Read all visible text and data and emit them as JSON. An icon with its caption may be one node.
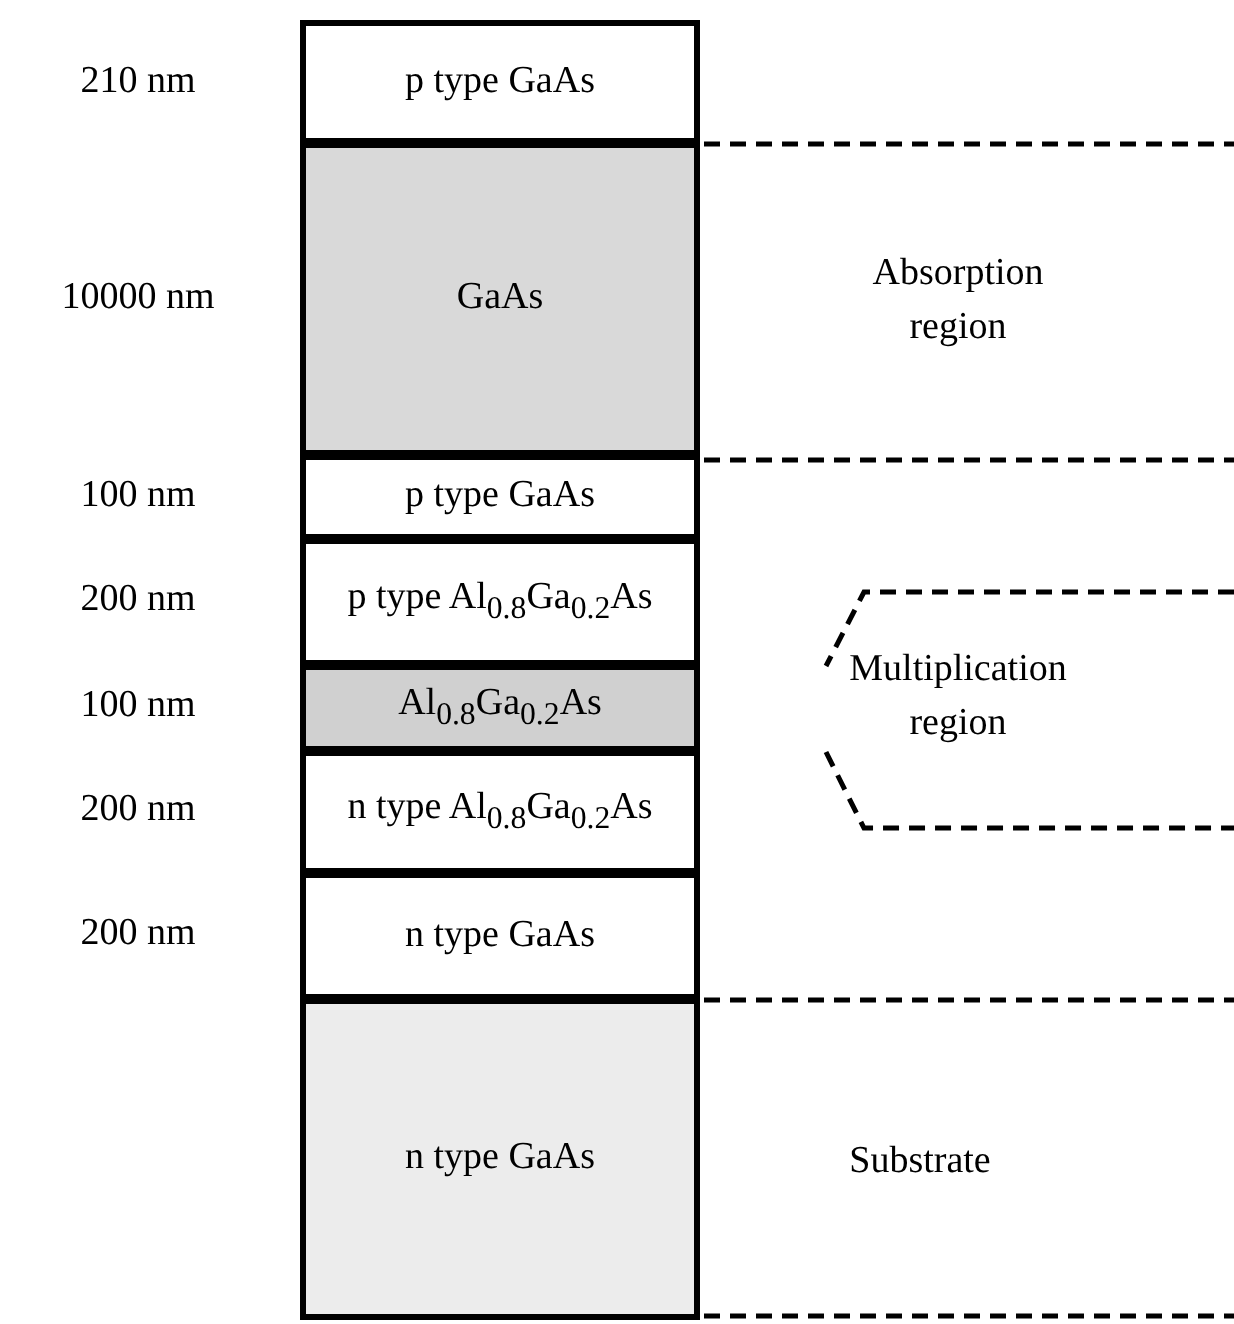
{
  "diagram": {
    "nodes": [
      {
        "text": [
          "p type GaAs"
        ],
        "beside": [
          "210 nm"
        ]
      },
      {
        "text": [
          "GaAs"
        ],
        "beside": [
          "10000 nm"
        ]
      },
      {
        "text": [
          "p type GaAs"
        ],
        "beside": [
          "100 nm"
        ]
      },
      {
        "text": [
          "p type Al$_{0.8}$Ga$_{0.2}$As"
        ],
        "beside": [
          "200 nm"
        ]
      },
      {
        "text": [
          "Al$_{0.8}$Ga$_{0.2}$As"
        ],
        "beside": [
          "100 nm"
        ]
      },
      {
        "text": [
          "n type Al$_{0.8}$Ga$_{0.2}$As"
        ],
        "beside": [
          "200 nm"
        ]
      },
      {
        "text": [
          "n type GaAs"
        ],
        "beside": [
          "200 nm"
        ]
      },
      {
        "text": [
          "n type GaAs"
        ]
      }
    ],
    "labels": [
      "Absorption region",
      "Multiplication region",
      "Substrate"
    ]
  }
}
